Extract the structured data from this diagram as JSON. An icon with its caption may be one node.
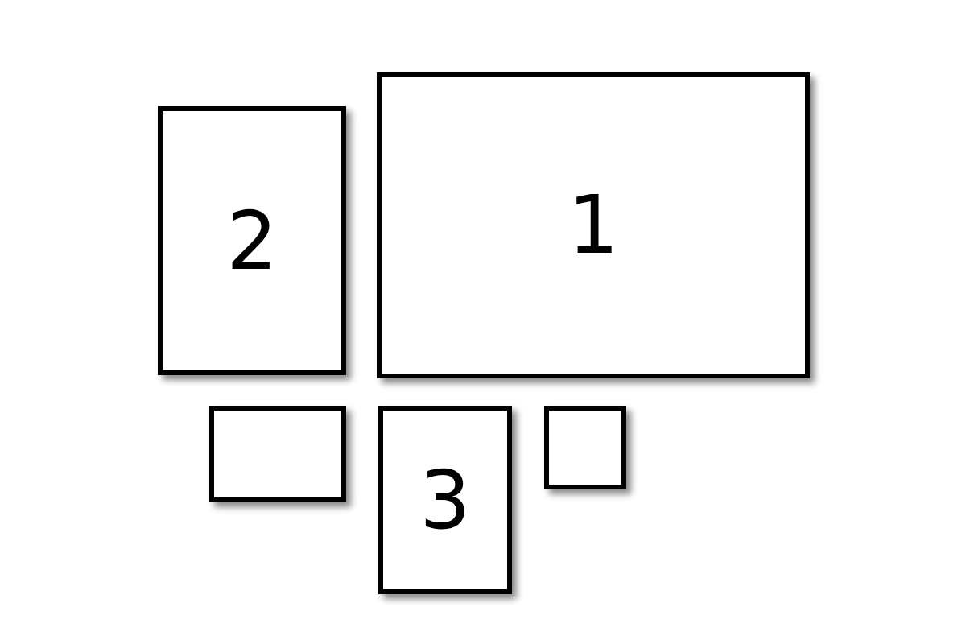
{
  "diagram": {
    "nodes": [
      {
        "text": [
          "2"
        ]
      },
      {
        "text": [
          "1"
        ]
      },
      {
        "text": [],
        "shape": "box"
      },
      {
        "text": [
          "3"
        ]
      },
      {
        "text": [],
        "shape": "box"
      }
    ]
  }
}
